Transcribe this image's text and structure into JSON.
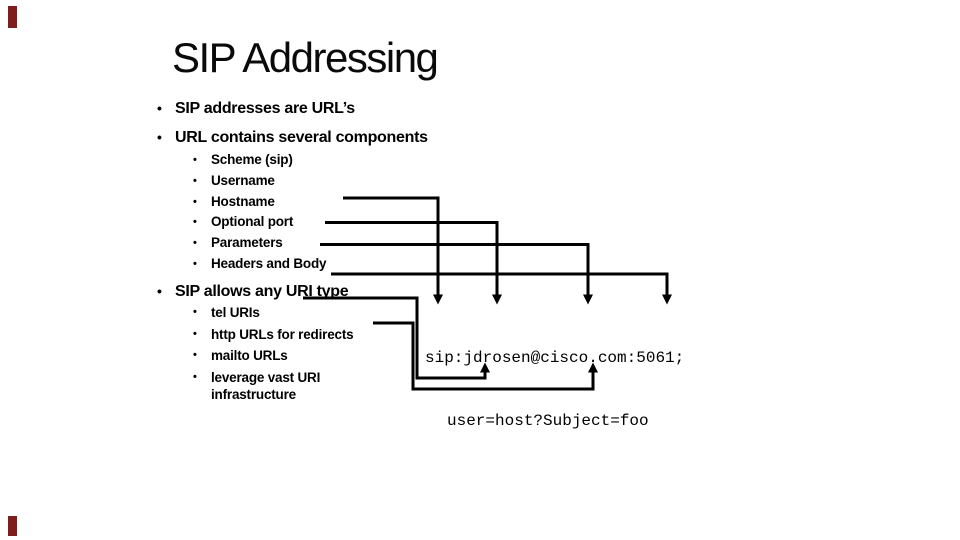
{
  "colors": {
    "background": "#ffffff",
    "text": "#000000",
    "deco_accent": "#7f1d1d"
  },
  "glyphs": {
    "bullet": "•"
  },
  "slide": {
    "title": "SIP Addressing",
    "bullets": [
      {
        "label": "SIP addresses are URL’s"
      },
      {
        "label": "URL contains several components",
        "sub": [
          "Scheme (sip)",
          "Username",
          "Hostname",
          "Optional port",
          "Parameters",
          "Headers and Body"
        ]
      },
      {
        "label": "SIP allows any URI type",
        "sub": [
          "tel URIs",
          "http URLs for redirects",
          "mailto URLs",
          "leverage vast URI infrastructure"
        ]
      }
    ],
    "example": {
      "line1": "sip:jdrosen@cisco.com:5061;",
      "line2": "user=host?Subject=foo"
    }
  }
}
